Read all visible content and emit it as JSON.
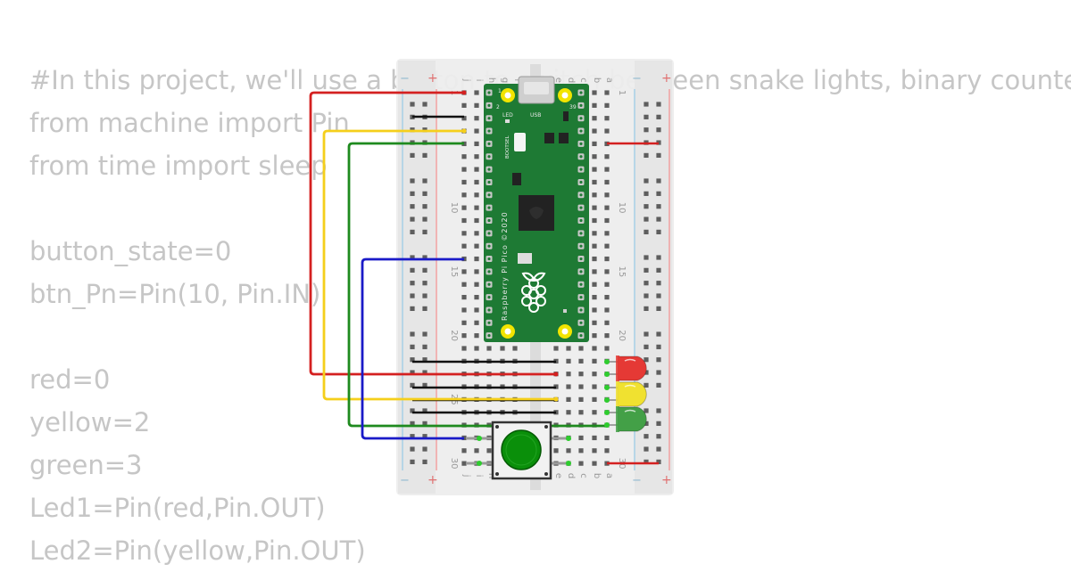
{
  "code": {
    "lines": [
      "#In this project, we'll use a button to switch between snake lights, binary counter",
      "from machine import Pin",
      "from time import sleep",
      "",
      "button_state=0",
      "btn_Pn=Pin(10, Pin.IN)",
      "",
      "red=0",
      "yellow=2",
      "green=3",
      "Led1=Pin(red,Pin.OUT)",
      "Led2=Pin(yellow,Pin.OUT)"
    ]
  },
  "breadboard": {
    "row_numbers": [
      "1",
      "10",
      "15",
      "20",
      "25",
      "30"
    ],
    "column_letters": [
      "a",
      "b",
      "c",
      "d",
      "e",
      "f",
      "g",
      "h",
      "i",
      "j"
    ],
    "rail_plus": "+",
    "rail_minus": "−"
  },
  "pico": {
    "board_label": "Raspberry Pi Pico ©2020",
    "led_label": "LED",
    "usb_label": "USB",
    "bootsel_label": "BOOTSEL",
    "pin_1": "1",
    "pin_2": "2",
    "pin_39": "39"
  },
  "components": {
    "leds": [
      {
        "name": "red-led",
        "color": "#e53935"
      },
      {
        "name": "yellow-led",
        "color": "#f0e130"
      },
      {
        "name": "green-led",
        "color": "#43a047"
      }
    ],
    "button_color": "#0a8f0a"
  },
  "colors": {
    "board_green": "#1e7a34",
    "wire_red": "#d42020",
    "wire_yellow": "#f5cf1b",
    "wire_green": "#1e8a1e",
    "wire_blue": "#1a1ac8",
    "wire_black": "#111111"
  }
}
